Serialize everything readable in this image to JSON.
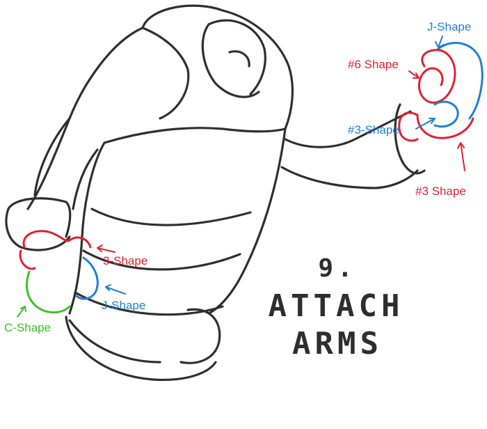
{
  "step": {
    "number": "9.",
    "line1": "ATTACH",
    "line2": "ARMS"
  },
  "labels": {
    "right_j_shape": "J-Shape",
    "right_6_shape": "#6 Shape",
    "right_3_shape_blue": "#3-Shape",
    "right_3_shape_red": "#3 Shape",
    "left_3_shape": "3-Shape",
    "left_j_shape": "J-Shape",
    "left_c_shape": "C-Shape"
  },
  "colors": {
    "sketch": "#2f2f2f",
    "red": "#e02030",
    "blue": "#1e7fd8",
    "green": "#3fbf2a"
  }
}
